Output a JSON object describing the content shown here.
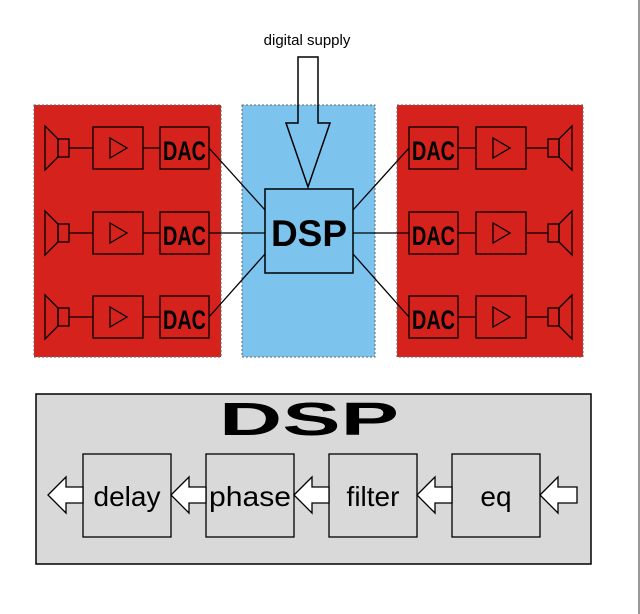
{
  "texts": {
    "digital_supply": "digital supply",
    "dac": "DAC",
    "dsp_center": "DSP",
    "dsp_chain_title": "DSP",
    "delay": "delay",
    "phase": "phase",
    "filter": "filter",
    "eq": "eq"
  },
  "colors": {
    "channel_panel": "#d6221c",
    "dsp_panel": "#7cc3ee",
    "chain_panel": "#d9d9d9",
    "box_outline": "#000000"
  },
  "channels": {
    "left_rows": 3,
    "right_rows": 3
  },
  "icons": [
    "speaker-icon",
    "amplifier-icon",
    "arrow-icon"
  ]
}
